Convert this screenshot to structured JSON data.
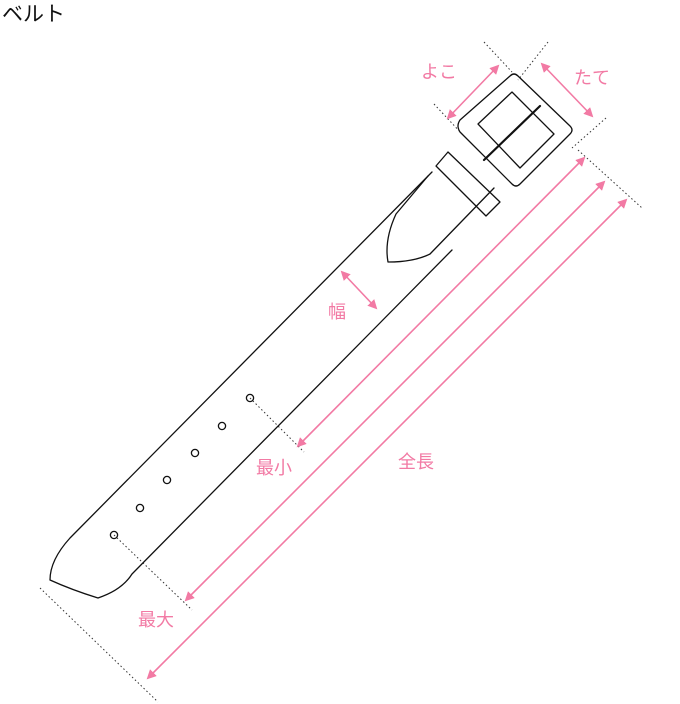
{
  "title": "ベルト",
  "labels": {
    "yoko": "よこ",
    "tate": "たて",
    "width": "幅",
    "minimum": "最小",
    "maximum": "最大",
    "total_length": "全長"
  },
  "colors": {
    "accent": "#f27aa4",
    "outline": "#111111",
    "guide": "#333333",
    "background": "#ffffff"
  },
  "icons": {
    "belt": "belt-outline-drawing",
    "arrows": "double-headed-arrow"
  }
}
